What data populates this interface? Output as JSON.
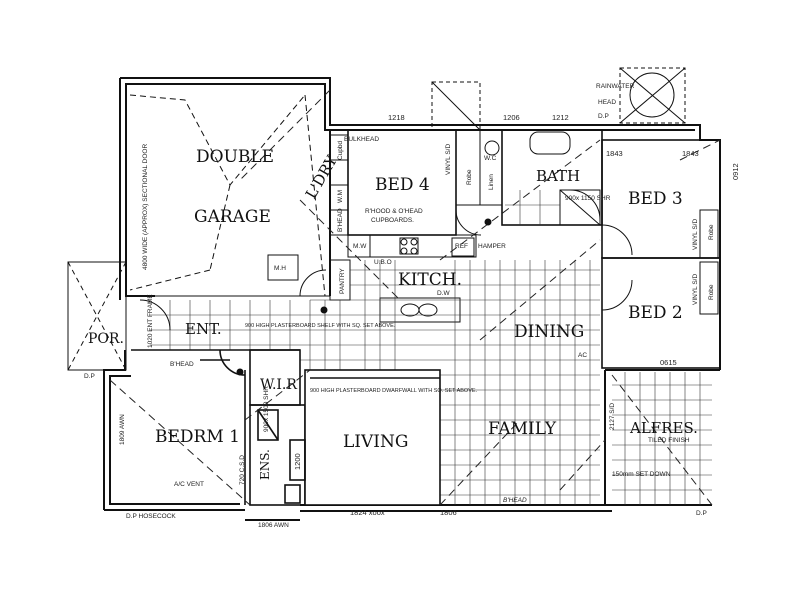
{
  "plan": {
    "rooms": {
      "double": "DOUBLE",
      "garage": "GARAGE",
      "ldry": "L'DRY",
      "bed4": "BED 4",
      "bath": "BATH",
      "bed3": "BED 3",
      "kitch": "KITCH.",
      "bed2": "BED 2",
      "dining": "DINING",
      "por": "POR.",
      "ent": "ENT.",
      "wir": "W.I.R",
      "bedrm1": "BEDRM 1",
      "ens": "ENS.",
      "living": "LIVING",
      "family": "FAMILY",
      "alfres": "ALFRES."
    },
    "annotations": {
      "garage_door": "4800 WIDE (APPROX) SECTIONAL DOOR",
      "bulkhead": "BULKHEAD",
      "cupbd": "Cupbd",
      "wm": "W.M",
      "bhead_ldry": "B'HEAD",
      "mh": "M.H",
      "rhood": "R'HOOD & O'HEAD",
      "cupboards": "CUPBOARDS.",
      "vinyl_bed4": "VINYL S/D",
      "robe_bed4": "Robe",
      "linen": "Linen",
      "wc": "W.C",
      "shr_bath": "900x 1150 SHR",
      "rainwater": "RAINWATER",
      "head": "HEAD",
      "dp": "D.P",
      "vinyl_bed3": "VINYL S/D",
      "robe_bed3": "Robe",
      "robe_bed2": "Robe",
      "vinyl_bed2": "VINYL S/D",
      "mw": "M.W",
      "ubo": "U.B.O",
      "ref": "REF",
      "hamper": "HAMPER",
      "pantry": "PANTRY",
      "dw": "D.W",
      "shelf": "900 HIGH PLASTERBOARD SHELF WITH SQ. SET ABOVE.",
      "frame": "1020 ENT FRAME",
      "bhead_ent": "B'HEAD",
      "dwarfwall": "900 HIGH PLASTERBOARD DWARFWALL WITH SQ. SET ABOVE.",
      "shr_ens": "900x 1500 SHR",
      "csd": "720 C.S.D",
      "awn_1809": "1809 AWN",
      "ac_vent": "A/C VENT",
      "hosecock": "D.P  HOSECOCK",
      "awn_1806": "1806 AWN",
      "tiled": "TILED FINISH",
      "setdown": "150mm SET DOWN",
      "sd_2127": "2127 S/D",
      "bhead_family": "B'HEAD",
      "ac": "AC",
      "dp_left": "D.P",
      "dp_right": "D.P"
    },
    "dimensions": {
      "d1218": "1218",
      "d1206": "1206",
      "d1212": "1212",
      "d1843a": "1843",
      "d1843b": "1843",
      "d0912": "0912",
      "d0615": "0615",
      "d1824": "1824  xoox",
      "d1806": "1806",
      "d1200": "1200"
    }
  }
}
